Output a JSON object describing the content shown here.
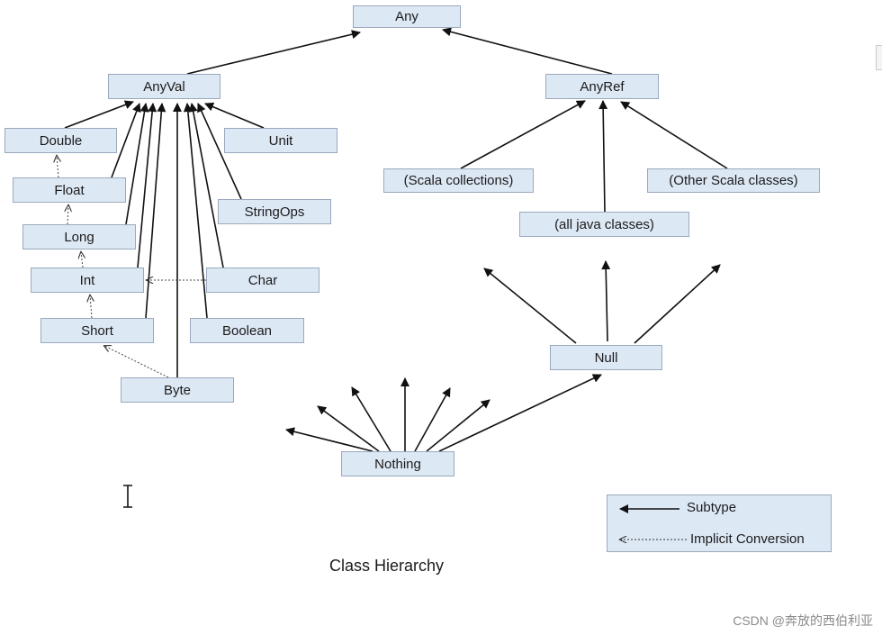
{
  "diagram": {
    "caption": "Class Hierarchy",
    "nodes": [
      {
        "id": "any",
        "label": "Any"
      },
      {
        "id": "anyval",
        "label": "AnyVal"
      },
      {
        "id": "anyref",
        "label": "AnyRef"
      },
      {
        "id": "double",
        "label": "Double"
      },
      {
        "id": "float",
        "label": "Float"
      },
      {
        "id": "long",
        "label": "Long"
      },
      {
        "id": "int",
        "label": "Int"
      },
      {
        "id": "short",
        "label": "Short"
      },
      {
        "id": "byte",
        "label": "Byte"
      },
      {
        "id": "unit",
        "label": "Unit"
      },
      {
        "id": "stringops",
        "label": "StringOps"
      },
      {
        "id": "char",
        "label": "Char"
      },
      {
        "id": "boolean",
        "label": "Boolean"
      },
      {
        "id": "scala-collections",
        "label": "(Scala collections)"
      },
      {
        "id": "java-classes",
        "label": "(all java classes)"
      },
      {
        "id": "other-scala-classes",
        "label": "(Other Scala classes)"
      },
      {
        "id": "null",
        "label": "Null"
      },
      {
        "id": "nothing",
        "label": "Nothing"
      }
    ],
    "subtype_edges": [
      [
        "anyval",
        "any"
      ],
      [
        "anyref",
        "any"
      ],
      [
        "double",
        "anyval"
      ],
      [
        "float",
        "anyval"
      ],
      [
        "long",
        "anyval"
      ],
      [
        "int",
        "anyval"
      ],
      [
        "short",
        "anyval"
      ],
      [
        "byte",
        "anyval"
      ],
      [
        "char",
        "anyval"
      ],
      [
        "boolean",
        "anyval"
      ],
      [
        "stringops",
        "anyval"
      ],
      [
        "unit",
        "anyval"
      ],
      [
        "scala-collections",
        "anyref"
      ],
      [
        "java-classes",
        "anyref"
      ],
      [
        "other-scala-classes",
        "anyref"
      ],
      [
        "nothing",
        "null"
      ]
    ],
    "implicit_conversion_edges": [
      [
        "float",
        "double"
      ],
      [
        "long",
        "float"
      ],
      [
        "int",
        "long"
      ],
      [
        "short",
        "int"
      ],
      [
        "byte",
        "short"
      ],
      [
        "char",
        "int"
      ]
    ],
    "legend": {
      "subtype": "Subtype",
      "implicit": "Implicit Conversion"
    },
    "watermark": "CSDN @奔放的西伯利亚"
  }
}
